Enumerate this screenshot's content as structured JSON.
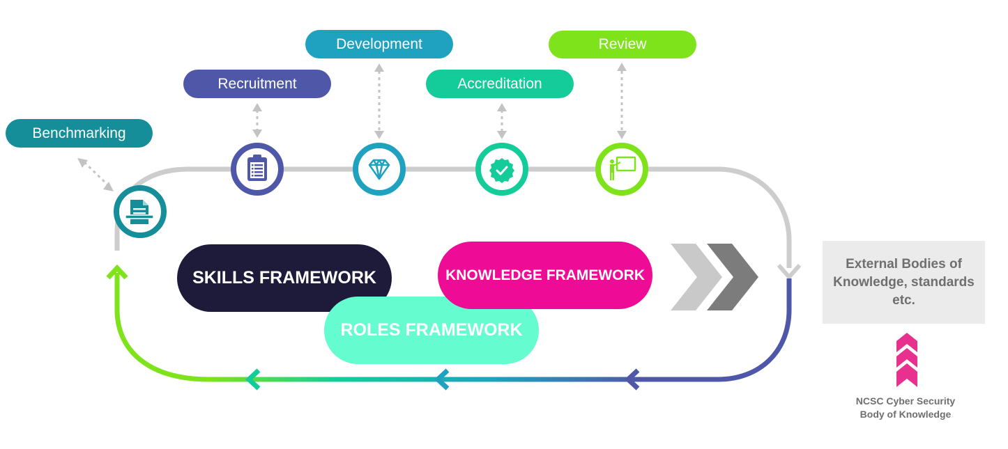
{
  "stages": {
    "benchmarking": "Benchmarking",
    "recruitment": "Recruitment",
    "development": "Development",
    "accreditation": "Accreditation",
    "review": "Review"
  },
  "frameworks": {
    "skills": "SKILLS FRAMEWORK",
    "knowledge": "KNOWLEDGE FRAMEWORK",
    "roles": "ROLES FRAMEWORK"
  },
  "external": {
    "line1": "External Bodies of",
    "line2": "Knowledge, standards",
    "line3": "etc."
  },
  "ncsc": {
    "line1": "NCSC Cyber Security",
    "line2": "Body of Knowledge"
  },
  "colors": {
    "benchmarking": "#158e9a",
    "recruitment": "#4f58a8",
    "development": "#1ea2c0",
    "accreditation": "#14cc9a",
    "review": "#7ee31a",
    "skills": "#1e1b3a",
    "knowledge": "#ee0b96",
    "roles": "#65fccf",
    "track": "#cdcdcd",
    "ncsc_chevron": "#e8308e"
  },
  "icons": {
    "benchmarking": "document-pen-icon",
    "recruitment": "clipboard-icon",
    "development": "diamond-icon",
    "accreditation": "badge-check-icon",
    "review": "presenter-icon"
  }
}
